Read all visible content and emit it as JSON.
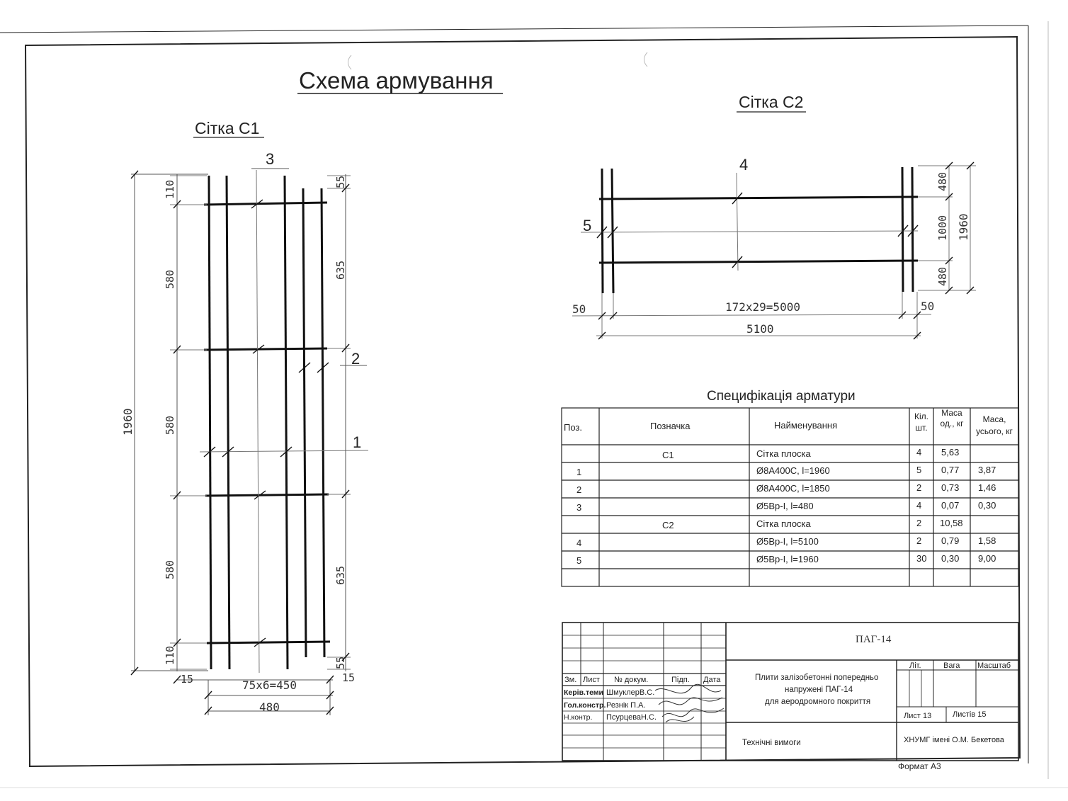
{
  "drawing": {
    "title": "Схема армування",
    "mesh_c1": {
      "label": "Сітка С1",
      "dims": {
        "total_height": "1960",
        "d110_top": "110",
        "d580_a": "580",
        "d580_b": "580",
        "d580_c": "580",
        "d110_bottom": "110",
        "d55_top": "55",
        "d635_top": "635",
        "d635_bottom": "635",
        "d55_bottom": "55",
        "d15_left": "15",
        "d15_right": "15",
        "spacing": "75x6=450",
        "width": "480"
      },
      "positions": {
        "p1": "1",
        "p2": "2",
        "p3": "3"
      }
    },
    "mesh_c2": {
      "label": "Сітка С2",
      "dims": {
        "d480_top": "480",
        "d1000": "1000",
        "d480_bottom": "480",
        "total_height": "1960",
        "d50_left": "50",
        "d50_right": "50",
        "spacing": "172x29=5000",
        "width": "5100"
      },
      "positions": {
        "p4": "4",
        "p5": "5"
      }
    }
  },
  "spec": {
    "title": "Специфікація арматури",
    "headers": {
      "pos": "Поз.",
      "mark": "Позначка",
      "name": "Найменування",
      "qty": "Кіл. шт.",
      "mass_unit": "Маса од., кг",
      "mass_total": "Маса, усього, кг"
    },
    "rows": [
      {
        "pos": "",
        "mark": "С1",
        "name": "Сітка плоска",
        "qty": "4",
        "mass_unit": "5,63",
        "mass_total": ""
      },
      {
        "pos": "1",
        "mark": "",
        "name": "Ø8А400С, l=1960",
        "qty": "5",
        "mass_unit": "0,77",
        "mass_total": "3,87"
      },
      {
        "pos": "2",
        "mark": "",
        "name": "Ø8А400С, l=1850",
        "qty": "2",
        "mass_unit": "0,73",
        "mass_total": "1,46"
      },
      {
        "pos": "3",
        "mark": "",
        "name": "Ø5Вр-І, l=480",
        "qty": "4",
        "mass_unit": "0,07",
        "mass_total": "0,30"
      },
      {
        "pos": "",
        "mark": "С2",
        "name": "Сітка плоска",
        "qty": "2",
        "mass_unit": "10,58",
        "mass_total": ""
      },
      {
        "pos": "4",
        "mark": "",
        "name": "Ø5Вр-І, l=5100",
        "qty": "2",
        "mass_unit": "0,79",
        "mass_total": "1,58"
      },
      {
        "pos": "5",
        "mark": "",
        "name": "Ø5Вр-І, l=1960",
        "qty": "30",
        "mass_unit": "0,30",
        "mass_total": "9,00"
      },
      {
        "pos": "",
        "mark": "",
        "name": "",
        "qty": "",
        "mass_unit": "",
        "mass_total": ""
      }
    ]
  },
  "title_block": {
    "code": "ПАГ-14",
    "doc_title_line1": "Плити залізобетонні попередньо",
    "doc_title_line2": "напружені ПАГ-14",
    "doc_title_line3": "для аеродромного покриття",
    "sheet_name": "Технічні вимоги",
    "org": "ХНУМГ імені О.М. Бекетова",
    "lit_label": "Літ.",
    "weight_label": "Вага",
    "scale_label": "Масштаб",
    "sheet_label": "Лист 13",
    "sheets_label": "Листів 15",
    "cols": {
      "zm": "Зм.",
      "list": "Лист",
      "doc": "№ докум.",
      "sign": "Підп.",
      "date": "Дата"
    },
    "roles": [
      {
        "role": "Керів.теми",
        "name": "ШмуклерВ.С."
      },
      {
        "role": "Гол.констр.",
        "name": "Резнік П.А."
      },
      {
        "role": "Н.контр.",
        "name": "ПсурцеваН.С."
      }
    ],
    "format": "Формат А3"
  }
}
